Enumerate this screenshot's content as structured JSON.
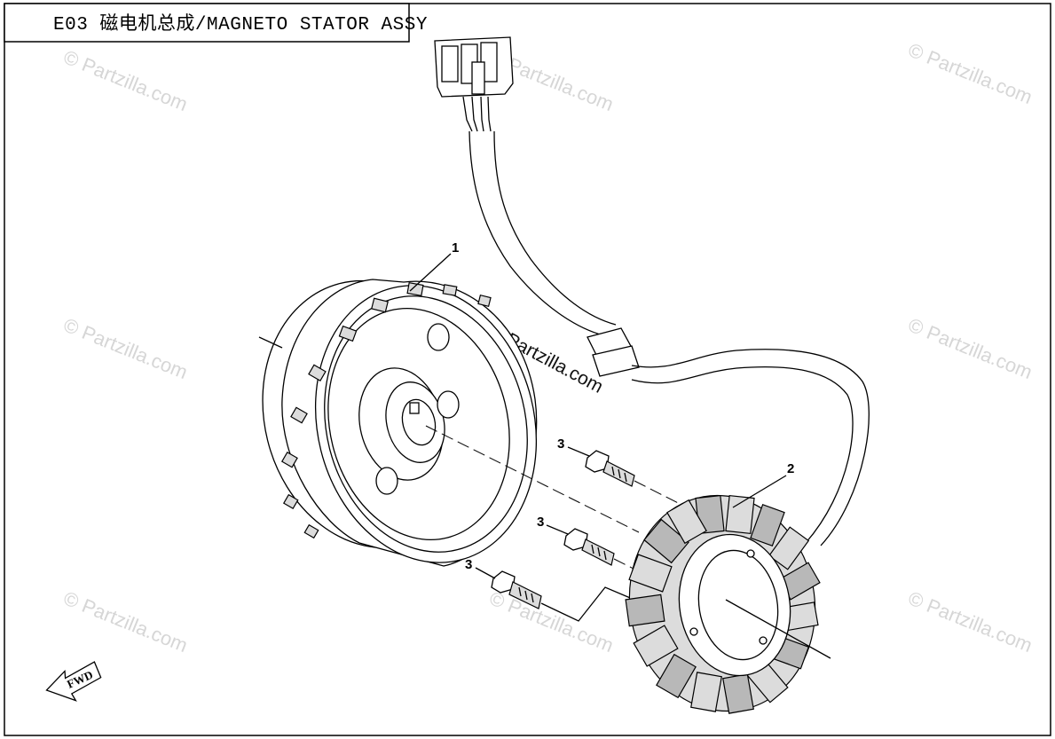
{
  "title": "E03 磁电机总成/MAGNETO STATOR ASSY",
  "watermark": "© Partzilla.com",
  "center_watermark": "© Partzilla.com",
  "callouts": [
    "1",
    "2",
    "3",
    "3",
    "3"
  ],
  "direction_label": "FWD",
  "parts": [
    {
      "ref": "1",
      "name": "flywheel-rotor"
    },
    {
      "ref": "2",
      "name": "stator-coil"
    },
    {
      "ref": "3",
      "name": "bolt"
    }
  ],
  "colors": {
    "line": "#000000",
    "fill": "#dcdcdc",
    "watermark": "#d6d6d6"
  }
}
